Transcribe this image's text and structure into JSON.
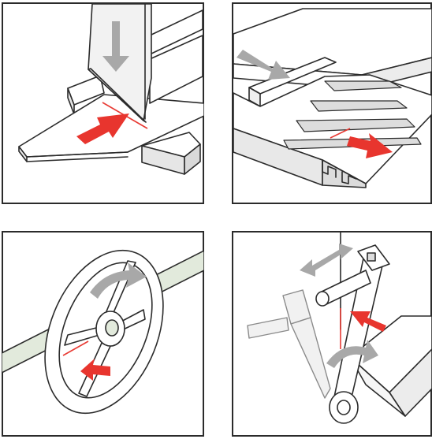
{
  "colors": {
    "accent_red": "#e8352e",
    "arrow_gray": "#a8a8a8",
    "line": "#2b2b2b",
    "face_light": "#ffffff",
    "face_mid": "#f0f0f0",
    "face_shade": "#dedede",
    "rod_green": "#e2eadc"
  },
  "panels": [
    {
      "id": "blade-cut",
      "arrows": [
        "gray-down-arrow-icon",
        "red-feed-arrow-icon"
      ]
    },
    {
      "id": "grooved-bed",
      "arrows": [
        "gray-slide-arrow-icon",
        "red-feed-arrow-icon"
      ]
    },
    {
      "id": "handwheel",
      "arrows": [
        "gray-rotate-arrow-icon",
        "red-feed-arrow-icon"
      ]
    },
    {
      "id": "lever-linkage",
      "arrows": [
        "gray-double-arrow-icon",
        "gray-rotate-arrow-icon",
        "red-feed-arrow-icon"
      ]
    }
  ]
}
